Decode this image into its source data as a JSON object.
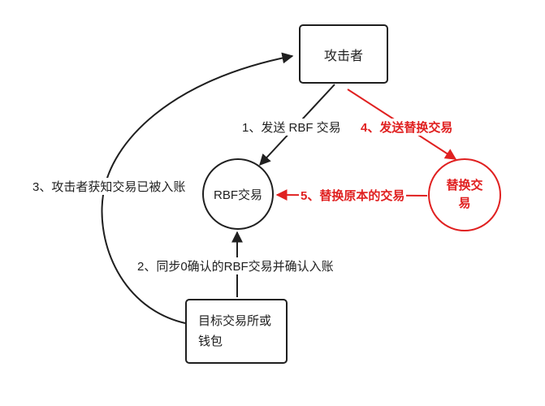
{
  "colors": {
    "primary": "#1f1f1f",
    "accent": "#e02020",
    "background": "#ffffff"
  },
  "diagram_type": "flow-diagram",
  "nodes": {
    "attacker": {
      "label": "攻击者",
      "shape": "rectangle",
      "color": "#1f1f1f"
    },
    "rbf_tx": {
      "label": "RBF交易",
      "shape": "circle",
      "color": "#1f1f1f"
    },
    "replacement_tx": {
      "label": "替换交易",
      "shape": "circle",
      "color": "#e02020"
    },
    "target_wallet": {
      "label": "目标交易所或钱包",
      "shape": "rectangle",
      "color": "#1f1f1f"
    }
  },
  "edges": {
    "step1": {
      "label": "1、发送 RBF 交易",
      "from": "attacker",
      "to": "rbf_tx",
      "color": "#1f1f1f"
    },
    "step2": {
      "label": "2、同步0确认的RBF交易并确认入账",
      "from": "target_wallet",
      "to": "rbf_tx",
      "color": "#1f1f1f"
    },
    "step3": {
      "label": "3、攻击者获知交易已被入账",
      "from": "target_wallet",
      "to": "attacker",
      "color": "#1f1f1f"
    },
    "step4": {
      "label": "4、发送替换交易",
      "from": "attacker",
      "to": "replacement_tx",
      "color": "#e02020"
    },
    "step5": {
      "label": "5、替换原本的交易",
      "from": "replacement_tx",
      "to": "rbf_tx",
      "color": "#e02020"
    }
  }
}
